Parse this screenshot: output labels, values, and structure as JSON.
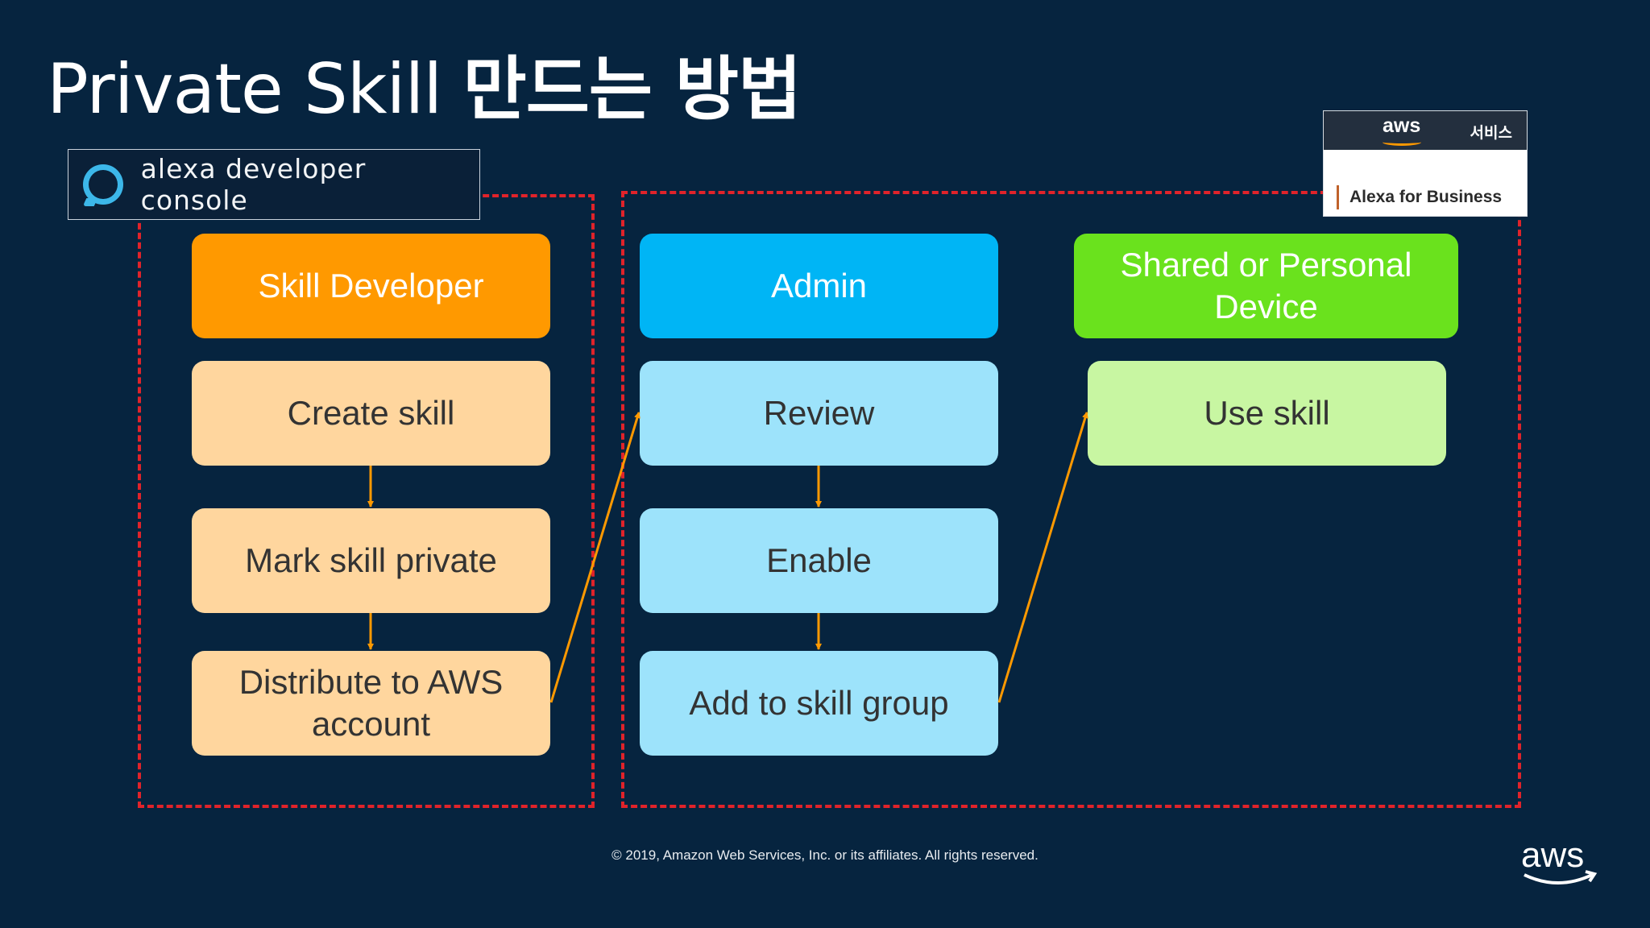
{
  "title": {
    "prefix": "Private Skill",
    "korean": "만드는 방법"
  },
  "console": {
    "label": "alexa developer console",
    "icon": "alexa-ring-icon"
  },
  "alexa_for_business": {
    "brand": "aws",
    "menu": "서비스",
    "label": "Alexa for Business"
  },
  "columns": [
    {
      "header": "Skill Developer",
      "steps": [
        "Create skill",
        "Mark skill private",
        "Distribute to AWS account"
      ]
    },
    {
      "header": "Admin",
      "steps": [
        "Review",
        "Enable",
        "Add to skill group"
      ]
    },
    {
      "header": "Shared or Personal Device",
      "steps": [
        "Use skill"
      ]
    }
  ],
  "colors": {
    "background": "#06243f",
    "dash": "#e0232a",
    "arrow": "#ff9900",
    "developer_header": "#ff9900",
    "developer_step": "#ffd69e",
    "admin_header": "#00b5f5",
    "admin_step": "#9de3fb",
    "device_header": "#6ae21d",
    "device_step": "#c8f6a2"
  },
  "footer": {
    "copyright": "© 2019, Amazon Web Services, Inc. or its affiliates. All rights reserved.",
    "logo": "aws"
  }
}
